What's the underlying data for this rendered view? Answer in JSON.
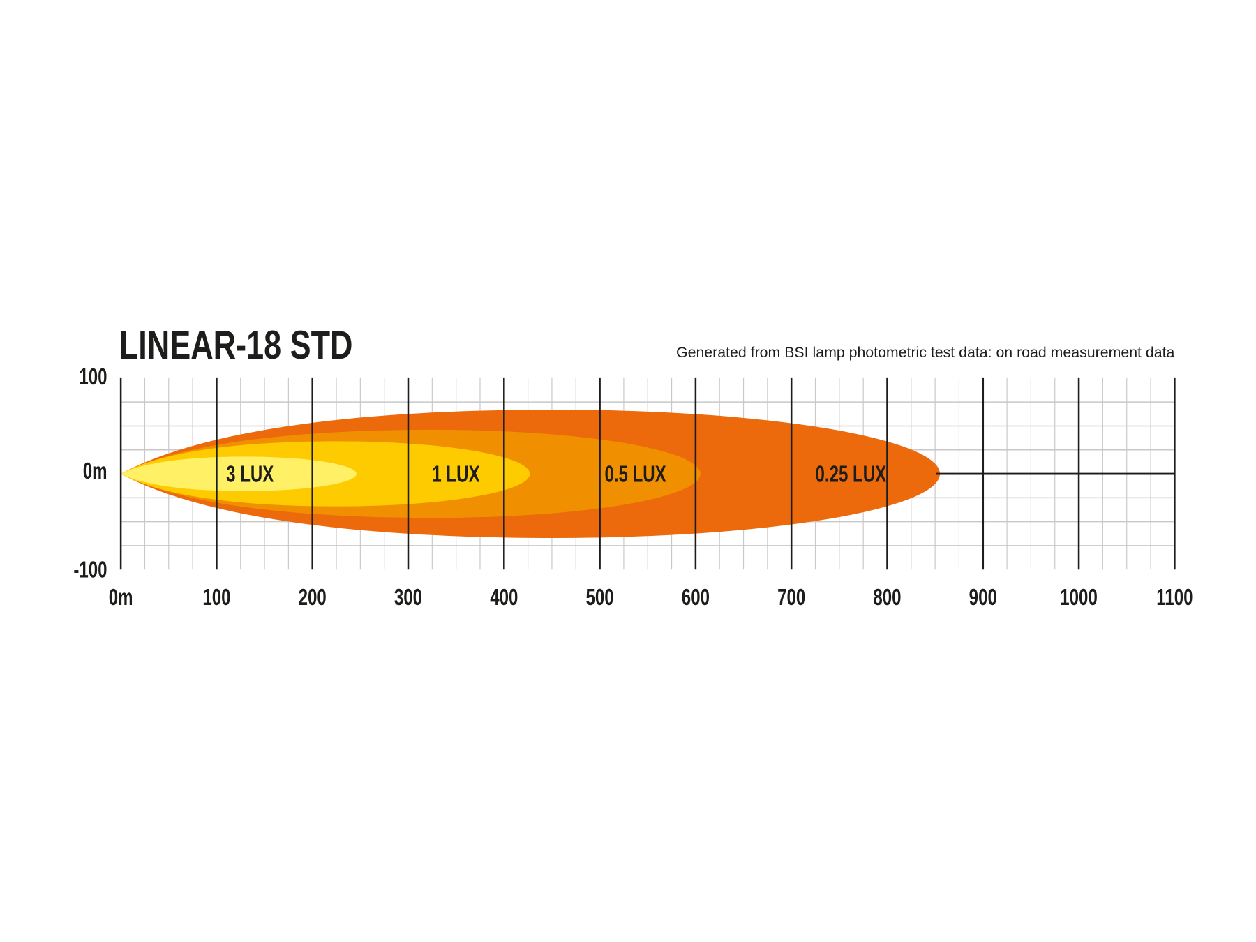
{
  "chart_data": {
    "type": "area",
    "title": "LINEAR-18 STD",
    "subtitle": "Generated from BSI lamp photometric test data: on road measurement data",
    "x_tick_labels": [
      "0m",
      "100",
      "200",
      "300",
      "400",
      "500",
      "600",
      "700",
      "800",
      "900",
      "1000",
      "1100"
    ],
    "x_ticks": [
      0,
      100,
      200,
      300,
      400,
      500,
      600,
      700,
      800,
      900,
      1000,
      1100
    ],
    "y_tick_labels": [
      "100",
      "0m",
      "-100"
    ],
    "y_ticks": [
      100,
      0,
      -100
    ],
    "xlim": [
      0,
      1100
    ],
    "ylim": [
      -100,
      100
    ],
    "grid": true,
    "x_unit": "m",
    "series": [
      {
        "name": "0.25 LUX",
        "reach": 855,
        "half_width": 67,
        "peak_at": 453,
        "label_x": 725,
        "color": "#EC690C"
      },
      {
        "name": "0.5 LUX",
        "reach": 605,
        "half_width": 46,
        "peak_at": 327,
        "label_x": 505,
        "color": "#F09000"
      },
      {
        "name": "1 LUX",
        "reach": 427,
        "half_width": 34,
        "peak_at": 227,
        "label_x": 325,
        "color": "#FDCB00"
      },
      {
        "name": "3 LUX",
        "reach": 246,
        "half_width": 18,
        "peak_at": 130,
        "label_x": 110,
        "color": "#FFF066"
      }
    ]
  }
}
